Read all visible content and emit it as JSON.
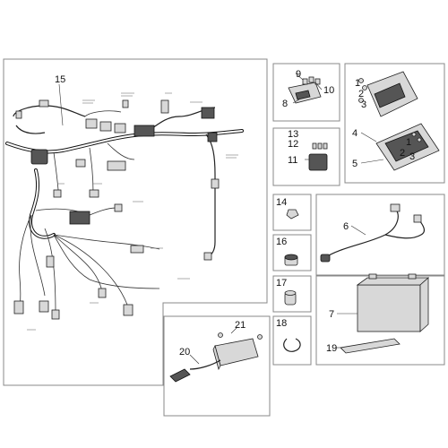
{
  "callouts": {
    "n1": "1",
    "n1b": "1",
    "n2": "2",
    "n2b": "2",
    "n3": "3",
    "n3b": "3",
    "n4": "4",
    "n5": "5",
    "n6": "6",
    "n7": "7",
    "n8": "8",
    "n9": "9",
    "n10": "10",
    "n11": "11",
    "n12": "12",
    "n13": "13",
    "n14": "14",
    "n15": "15",
    "n16": "16",
    "n17": "17",
    "n18": "18",
    "n19": "19",
    "n20": "20",
    "n21": "21"
  }
}
